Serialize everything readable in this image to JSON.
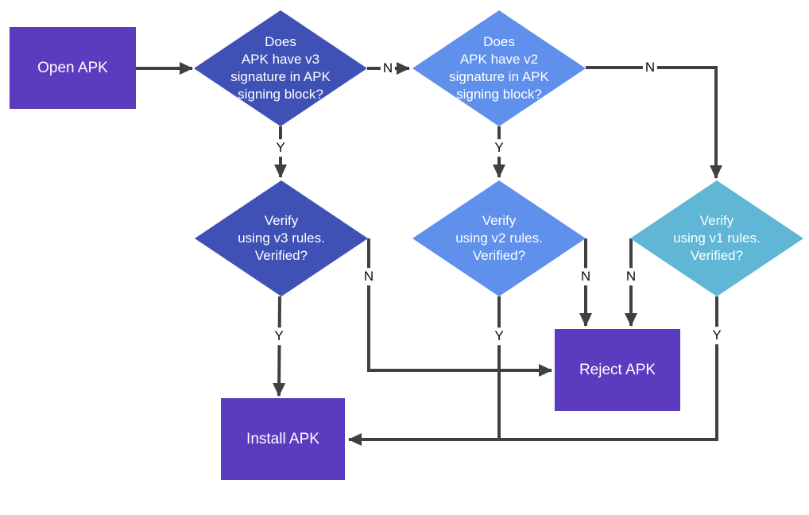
{
  "diagram": {
    "nodes": {
      "open": {
        "label": "Open APK",
        "shape": "rectangle",
        "color": "#5b3cbe"
      },
      "v3_sig": {
        "label": "Does\nAPK have v3\nsignature in APK\nsigning block?",
        "shape": "diamond",
        "color": "#3f51b5"
      },
      "v2_sig": {
        "label": "Does\nAPK have v2\nsignature in APK\nsigning block?",
        "shape": "diamond",
        "color": "#5f90ec"
      },
      "v3_verify": {
        "label": "Verify\nusing v3 rules.\nVerified?",
        "shape": "diamond",
        "color": "#3f51b5"
      },
      "v2_verify": {
        "label": "Verify\nusing v2 rules.\nVerified?",
        "shape": "diamond",
        "color": "#5f90ec"
      },
      "v1_verify": {
        "label": "Verify\nusing v1 rules.\nVerified?",
        "shape": "diamond",
        "color": "#60b6d5"
      },
      "reject": {
        "label": "Reject APK",
        "shape": "rectangle",
        "color": "#5b3cbe"
      },
      "install": {
        "label": "Install APK",
        "shape": "rectangle",
        "color": "#5b3cbe"
      }
    },
    "edge_labels": {
      "yes": "Y",
      "no": "N"
    },
    "colors": {
      "background": "#ffffff",
      "process_box": "#5b3cbe",
      "decision_indigo": "#3f51b5",
      "decision_blue": "#5f90ec",
      "decision_teal": "#60b6d5",
      "connector": "#3f4042",
      "node_text": "#ffffff",
      "edge_label_text": "#0a0a0a"
    }
  }
}
